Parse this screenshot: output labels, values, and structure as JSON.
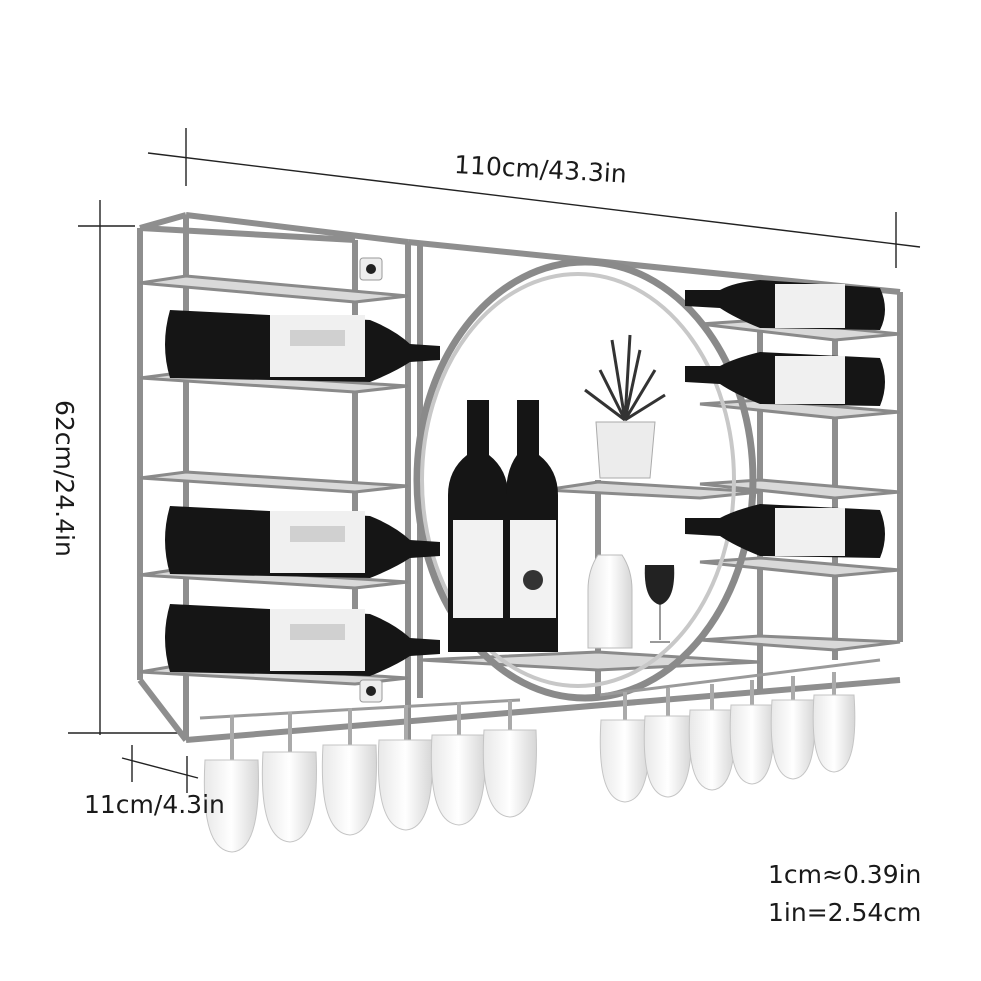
{
  "dimensions": {
    "width_label": "110cm/43.3in",
    "height_label": "62cm/24.4in",
    "depth_label": "11cm/4.3in"
  },
  "conversion": {
    "cm_to_in": "1cm≈0.39in",
    "in_to_cm": "1in=2.54cm"
  },
  "colors": {
    "frame": "#8a8a8a",
    "frame_light": "#cfcfcf",
    "bottle": "#151515",
    "label": "#f2f2f2",
    "dim_line": "#222222"
  }
}
